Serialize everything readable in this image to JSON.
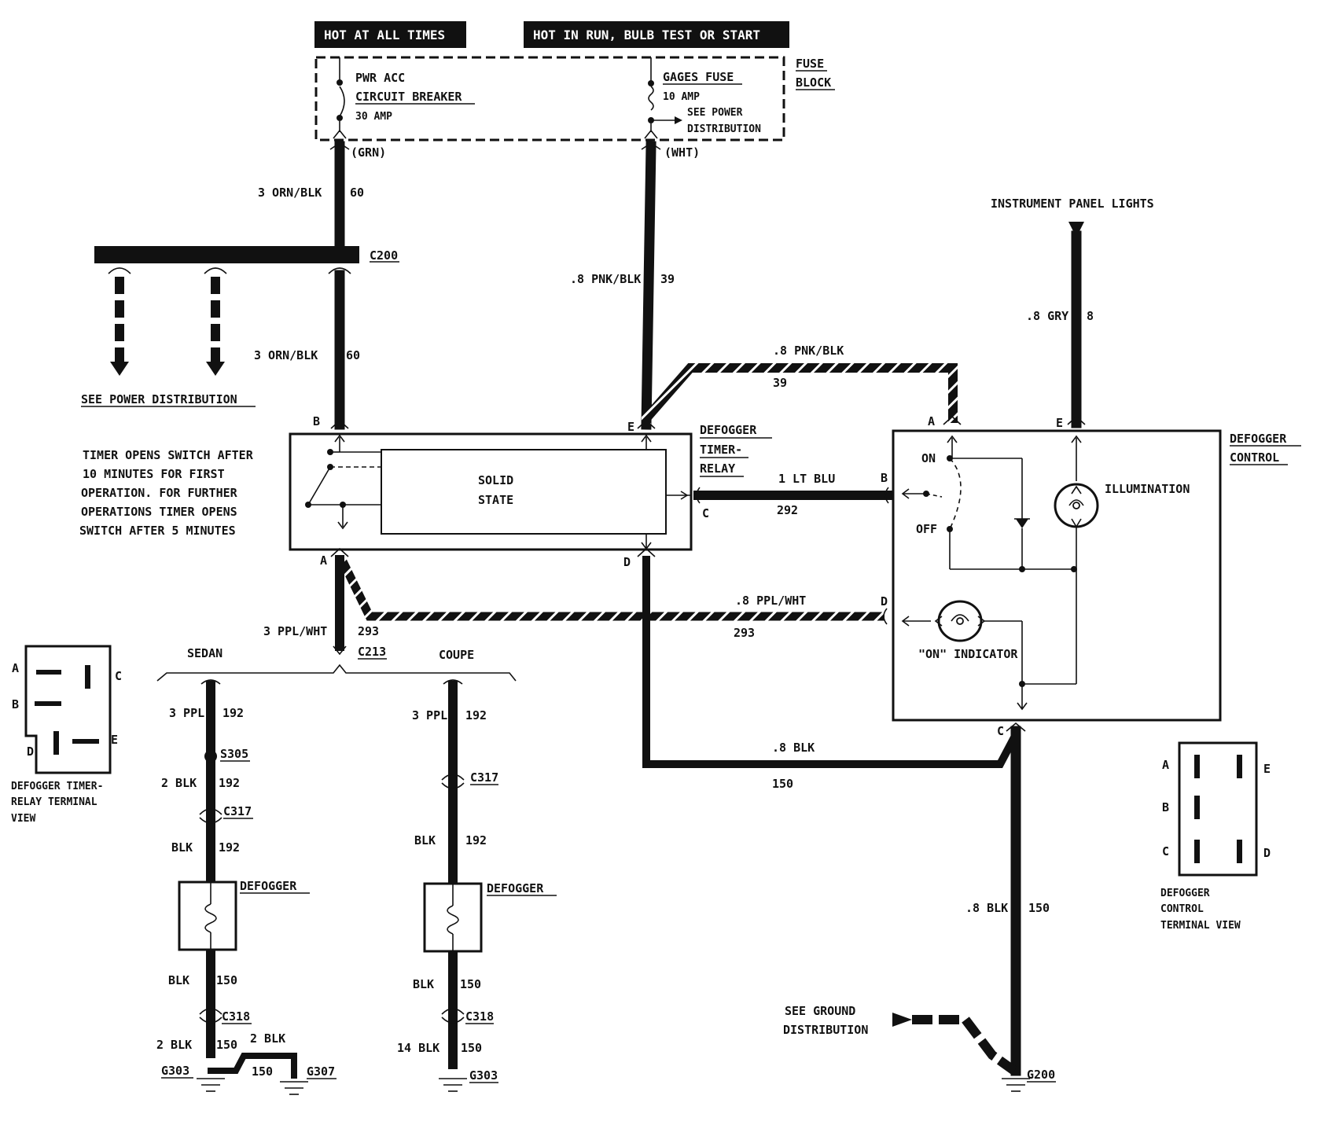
{
  "headers": {
    "hot_at_all_times": "HOT AT ALL TIMES",
    "hot_in_run": "HOT IN RUN,   BULB TEST OR START"
  },
  "fuse_block": {
    "label_1": "FUSE",
    "label_2": "BLOCK",
    "breaker_name_1": "PWR ACC",
    "breaker_name_2": "CIRCUIT BREAKER",
    "breaker_amp": "30 AMP",
    "fuse_name": "GAGES FUSE",
    "fuse_amp": "10 AMP",
    "see_power_1": "SEE POWER",
    "see_power_2": "DISTRIBUTION",
    "grn": "(GRN)",
    "wht": "(WHT)"
  },
  "wires": {
    "w_orn_top_size": "3 ORN/BLK",
    "w_orn_top_circ": "60",
    "c200": "C200",
    "w_orn_bot_size": "3 ORN/BLK",
    "w_orn_bot_circ": "60",
    "see_power_dist": "SEE POWER DISTRIBUTION",
    "w_pnk_v_size": ".8 PNK/BLK",
    "w_pnk_v_circ": "39",
    "w_pnk_h_size": ".8 PNK/BLK",
    "w_pnk_h_circ": "39",
    "ip_lights": "INSTRUMENT PANEL LIGHTS",
    "w_gry_size": ".8 GRY",
    "w_gry_circ": "8",
    "w_ltblu_size": "1 LT BLU",
    "w_ltblu_circ": "292",
    "w_ppl_h_size": ".8 PPL/WHT",
    "w_ppl_h_circ": "293",
    "w_ppl_v_size": "3 PPL/WHT",
    "w_ppl_v_circ": "293",
    "c213": "C213",
    "w_blk_h_size": ".8 BLK",
    "w_blk_h_circ": "150",
    "w_blk_v_size": ".8 BLK",
    "w_blk_v_circ": "150",
    "see_ground_1": "SEE GROUND",
    "see_ground_2": "DISTRIBUTION",
    "g200": "G200"
  },
  "timer_relay": {
    "name_1": "DEFOGGER",
    "name_2": "TIMER-",
    "name_3": "RELAY",
    "solid_1": "SOLID",
    "solid_2": "STATE",
    "pin_a": "A",
    "pin_b": "B",
    "pin_c": "C",
    "pin_d": "D",
    "pin_e": "E",
    "note_1": "TIMER OPENS SWITCH AFTER",
    "note_2": "10 MINUTES FOR FIRST",
    "note_3": "OPERATION.  FOR FURTHER",
    "note_4": "OPERATIONS  TIMER OPENS",
    "note_5": "SWITCH AFTER 5 MINUTES"
  },
  "defogger_control": {
    "name_1": "DEFOGGER",
    "name_2": "CONTROL",
    "on": "ON",
    "off": "OFF",
    "illumination": "ILLUMINATION",
    "on_indicator": "\"ON\" INDICATOR",
    "pin_a": "A",
    "pin_b": "B",
    "pin_c": "C",
    "pin_d": "D",
    "pin_e": "E"
  },
  "sedan": {
    "title": "SEDAN",
    "w1_size": "3 PPL",
    "w1_circ": "192",
    "s305": "S305",
    "w2_size": "2 BLK",
    "w2_circ": "192",
    "c317": "C317",
    "w3_size": "BLK",
    "w3_circ": "192",
    "defogger": "DEFOGGER",
    "w4_size": "BLK",
    "w4_circ": "150",
    "c318": "C318",
    "w5_size": "2 BLK",
    "w5_circ": "150",
    "w6_size": "2 BLK",
    "w6_circ": "150",
    "g303": "G303",
    "g307": "G307"
  },
  "coupe": {
    "title": "COUPE",
    "w1_size": "3 PPL",
    "w1_circ": "192",
    "c317": "C317",
    "w2_size": "BLK",
    "w2_circ": "192",
    "defogger": "DEFOGGER",
    "w3_size": "BLK",
    "w3_circ": "150",
    "c318": "C318",
    "w4_size": "14 BLK",
    "w4_circ": "150",
    "g303": "G303"
  },
  "relay_terminal_view": {
    "a": "A",
    "b": "B",
    "c": "C",
    "d": "D",
    "e": "E",
    "caption_1": "DEFOGGER TIMER-",
    "caption_2": "RELAY TERMINAL",
    "caption_3": "VIEW"
  },
  "control_terminal_view": {
    "a": "A",
    "b": "B",
    "c": "C",
    "d": "D",
    "e": "E",
    "caption_1": "DEFOGGER",
    "caption_2": "CONTROL",
    "caption_3": "TERMINAL VIEW"
  }
}
